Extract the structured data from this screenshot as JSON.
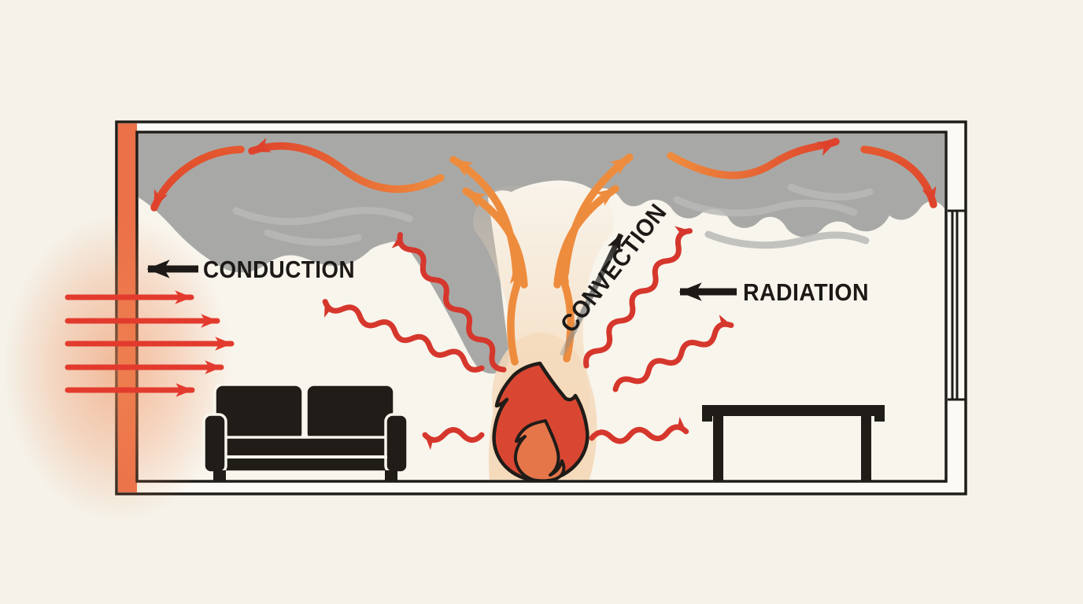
{
  "figure": {
    "type": "heat-transfer-room-fire-diagram",
    "labels": {
      "conduction": "CONDUCTION",
      "convection": "CONVECTION",
      "radiation": "RADIATION"
    },
    "icons": {
      "fire": "fire-icon",
      "couch": "couch-icon",
      "table": "table-icon",
      "window": "window-icon",
      "smoke": "smoke-layer",
      "heated_wall": "heated-left-wall"
    },
    "colors": {
      "background": "#f5f2e9",
      "room_fill": "#f8f5ed",
      "wall_cavity": "#fcfaf4",
      "line_black": "#201c18",
      "label_black": "#1c1916",
      "wall_orange": "#ec7048",
      "glow_orange": "#ef8a55",
      "smoke_gray": "#a8a9a7",
      "smoke_streak": "#b9bab7",
      "plume_peach": "#f5d9ba",
      "convection_orange": "#ee8c3e",
      "flow_red_orange": "#e4582f",
      "down_red": "#df422c",
      "radiation_red": "#d6372c",
      "conduction_red": "#e23b2e",
      "flame_red": "#d94733",
      "flame_inner": "#e5764a",
      "arrow_gray": "#8e8e8c"
    }
  }
}
